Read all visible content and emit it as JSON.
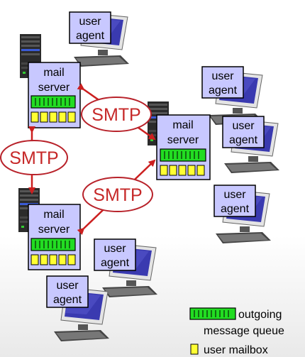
{
  "mail_server": {
    "line1": "mail",
    "line2": "server"
  },
  "user_agent": {
    "line1": "user",
    "line2": "agent"
  },
  "protocol": "SMTP",
  "legend": {
    "queue_line1": "outgoing",
    "queue_line2": "message queue",
    "mailbox": "user mailbox"
  },
  "colors": {
    "box_fill": "#c8c8ff",
    "queue_fill": "#22dd22",
    "mailbox_fill": "#ffff33",
    "arrow": "#cc1f1f",
    "smtp_ellipse": "#b8222a",
    "monitor_screen": "#3a3ab0"
  }
}
